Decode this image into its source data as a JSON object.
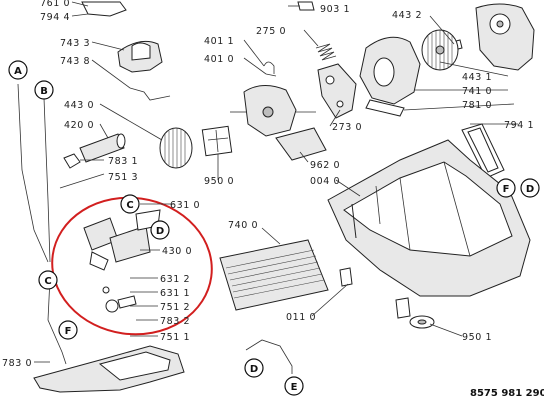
{
  "part_labels": [
    {
      "id": "761-0",
      "text": "761 0"
    },
    {
      "id": "794-4",
      "text": "794 4"
    },
    {
      "id": "903-1",
      "text": "903 1"
    },
    {
      "id": "443-2a",
      "text": "443 2"
    },
    {
      "id": "743-3",
      "text": "743 3"
    },
    {
      "id": "743-8",
      "text": "743 8"
    },
    {
      "id": "401-1",
      "text": "401 1"
    },
    {
      "id": "401-0",
      "text": "401 0"
    },
    {
      "id": "275-0",
      "text": "275 0"
    },
    {
      "id": "443-0",
      "text": "443 0"
    },
    {
      "id": "420-0",
      "text": "420 0"
    },
    {
      "id": "783-1",
      "text": "783 1"
    },
    {
      "id": "751-3",
      "text": "751 3"
    },
    {
      "id": "273-0",
      "text": "273 0"
    },
    {
      "id": "962-0",
      "text": "962 0"
    },
    {
      "id": "950-0",
      "text": "950 0"
    },
    {
      "id": "004-0",
      "text": "004 0"
    },
    {
      "id": "443-1",
      "text": "443 1"
    },
    {
      "id": "741-0",
      "text": "741 0"
    },
    {
      "id": "781-0",
      "text": "781 0"
    },
    {
      "id": "794-1",
      "text": "794 1"
    },
    {
      "id": "631-0",
      "text": "631 0"
    },
    {
      "id": "740-0",
      "text": "740 0"
    },
    {
      "id": "430-0",
      "text": "430 0"
    },
    {
      "id": "631-2",
      "text": "631 2"
    },
    {
      "id": "631-1",
      "text": "631 1"
    },
    {
      "id": "751-2",
      "text": "751 2"
    },
    {
      "id": "783-2",
      "text": "783 2"
    },
    {
      "id": "751-1",
      "text": "751 1"
    },
    {
      "id": "011-0",
      "text": "011 0"
    },
    {
      "id": "950-1",
      "text": "950 1"
    },
    {
      "id": "783-0",
      "text": "783 0"
    }
  ],
  "callouts": [
    "A",
    "B",
    "C",
    "D",
    "E",
    "F",
    "C",
    "D",
    "F",
    "D",
    "E"
  ],
  "footer_code": "8575 981 290"
}
